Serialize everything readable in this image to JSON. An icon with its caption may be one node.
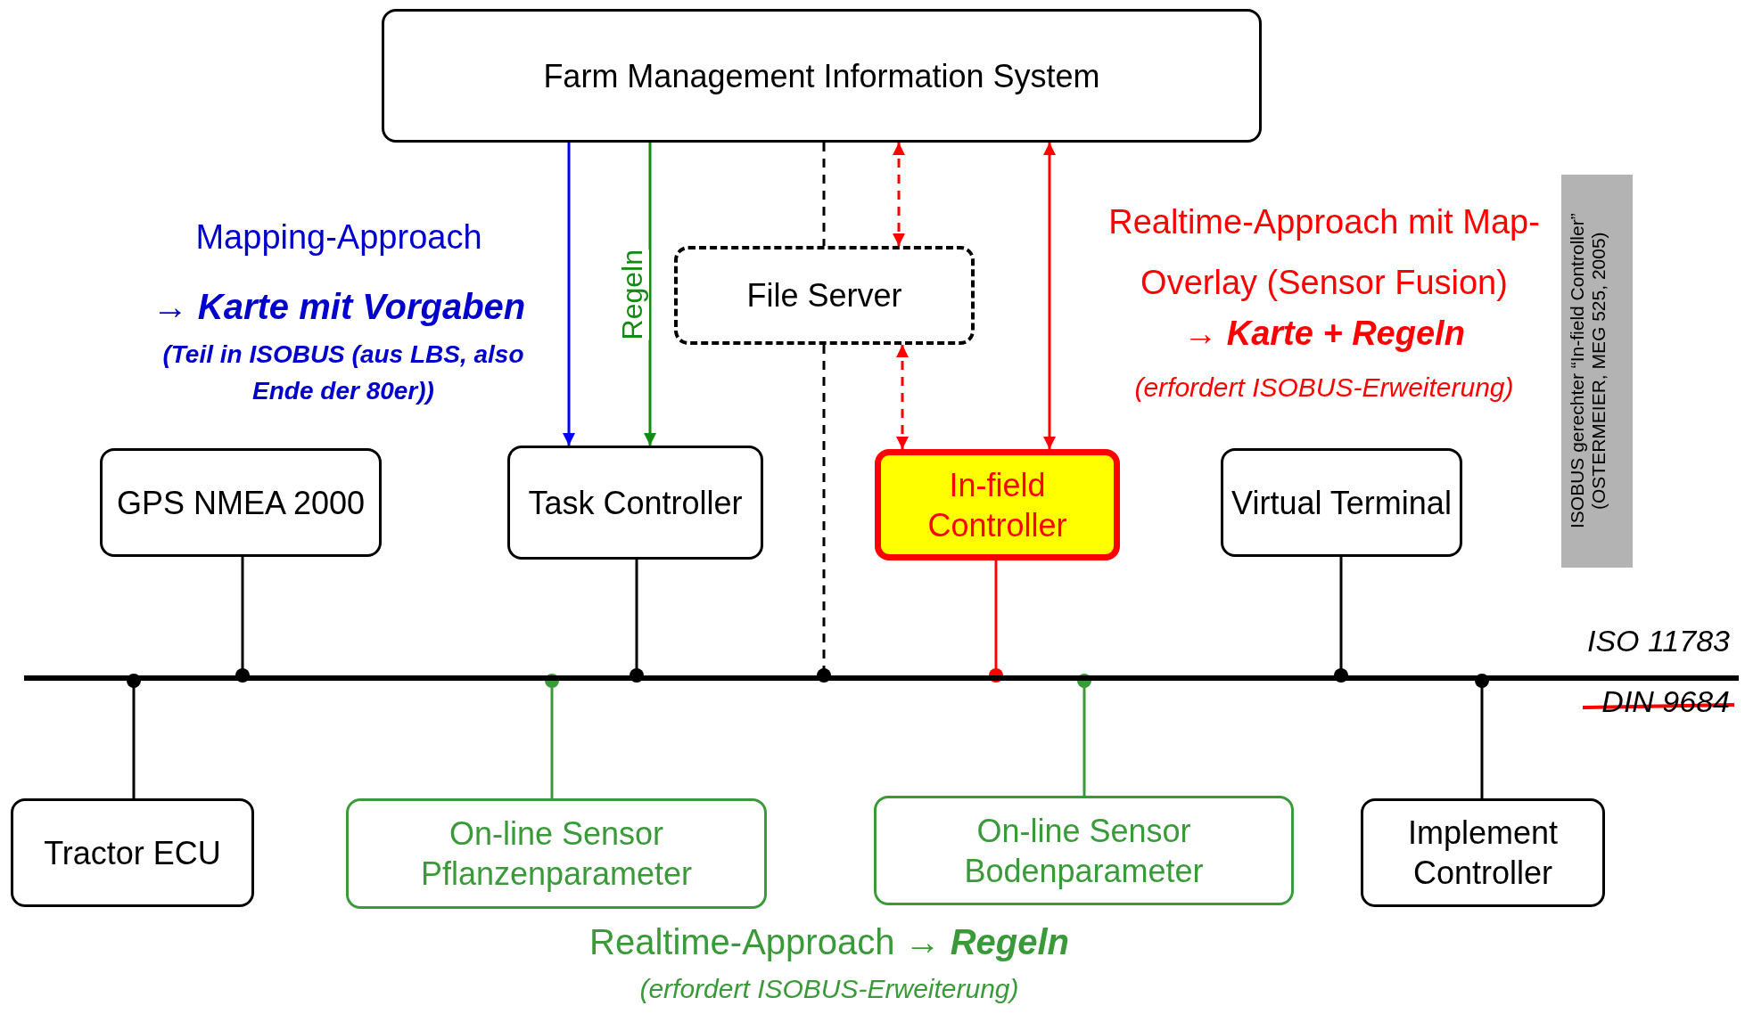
{
  "diagram": {
    "nodes": [
      {
        "text": [
          "Farm Management Information System"
        ]
      },
      {
        "text": [
          "File Server"
        ]
      },
      {
        "text": [
          "GPS NMEA 2000"
        ]
      },
      {
        "text": [
          "Task Controller"
        ]
      },
      {
        "text": [
          "In-field Controller"
        ]
      },
      {
        "text": [
          "Virtual Terminal"
        ]
      },
      {
        "text": [],
        "shape": "bar",
        "beside": [
          "ISO 11783",
          "DIN 9684"
        ]
      },
      {
        "text": [
          "Tractor ECU"
        ]
      },
      {
        "text": [
          "On-line Sensor Pflanzenparameter"
        ]
      },
      {
        "text": [
          "On-line Sensor Bodenparameter"
        ]
      },
      {
        "text": [
          "Implement Controller"
        ]
      }
    ],
    "edges": [
      {
        "from": 0,
        "to": 1,
        "arrow": "none",
        "style": "dashed"
      },
      {
        "from": 1,
        "to": 6,
        "arrow": "other",
        "style": "dashed"
      },
      {
        "from": 0,
        "to": 1,
        "arrow": "both",
        "style": "dashed",
        "color": "#ff0000"
      },
      {
        "from": 1,
        "to": 4,
        "arrow": "both",
        "style": "dashed",
        "color": "#ff0000"
      },
      {
        "from": 0,
        "to": 3,
        "arrow": "to",
        "color": "#0000ff"
      },
      {
        "from": 0,
        "to": 3,
        "arrow": "to",
        "label": "Regeln",
        "color": "#138a13"
      },
      {
        "from": 0,
        "to": 4,
        "arrow": "both",
        "color": "#ff0000"
      },
      {
        "from": 2,
        "to": 6,
        "arrow": "other"
      },
      {
        "from": 3,
        "to": 6,
        "arrow": "other"
      },
      {
        "from": 4,
        "to": 6,
        "arrow": "other",
        "color": "#ff0000"
      },
      {
        "from": 5,
        "to": 6,
        "arrow": "other"
      },
      {
        "from": 7,
        "to": 6,
        "arrow": "other"
      },
      {
        "from": 8,
        "to": 6,
        "arrow": "other",
        "color": "#3a9a3a"
      },
      {
        "from": 9,
        "to": 6,
        "arrow": "other",
        "color": "#3a9a3a"
      },
      {
        "from": 10,
        "to": 6,
        "arrow": "other"
      }
    ],
    "labels": [
      "Mapping-Approach",
      "→ Karte mit Vorgaben",
      "(Teil in ISOBUS (aus LBS, also Ende der 80er))",
      "Realtime-Approach mit Map-Overlay (Sensor Fusion)",
      "→ Karte + Regeln",
      "(erfordert ISOBUS-Erweiterung)",
      "ISOBUS gerechter “In-field Controller” (OSTERMEIER, MEG 525, 2005)",
      "Realtime-Approach → **Regeln**",
      "(erfordert ISOBUS-Erweiterung)"
    ]
  }
}
